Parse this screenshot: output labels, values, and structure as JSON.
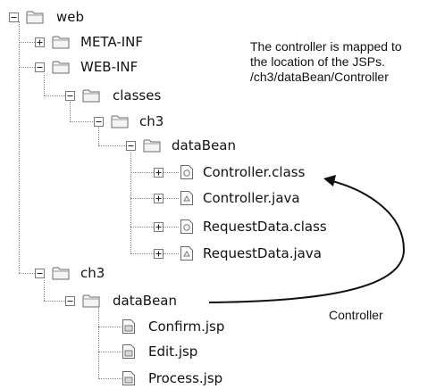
{
  "tree": {
    "web": "web",
    "meta_inf": "META-INF",
    "web_inf": "WEB-INF",
    "classes": "classes",
    "ch3": "ch3",
    "databean": "dataBean",
    "controller_class": "Controller.class",
    "controller_java": "Controller.java",
    "requestdata_class": "RequestData.class",
    "requestdata_java": "RequestData.java",
    "ch3_root": "ch3",
    "databean_root": "dataBean",
    "confirm_jsp": "Confirm.jsp",
    "edit_jsp": "Edit.jsp",
    "process_jsp": "Process.jsp"
  },
  "annotations": {
    "note_line1": "The controller is mapped to",
    "note_line2": "the location of the JSPs.",
    "note_line3": "/ch3/dataBean/Controller",
    "arrow_label": "Controller"
  },
  "colors": {
    "tree_lines": "#8a8a8a",
    "folder_stroke": "#6b6b6b",
    "folder_fill": "#f4f4f4",
    "arrow": "#111111"
  }
}
